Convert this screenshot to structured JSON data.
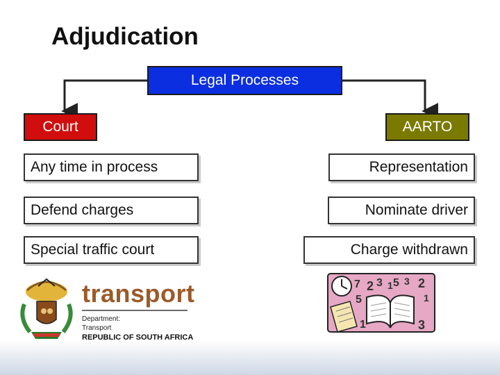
{
  "title": "Adjudication",
  "root": {
    "label": "Legal Processes"
  },
  "left_branch": {
    "label": "Court",
    "items": [
      "Any time in process",
      "Defend charges",
      "Special traffic court"
    ]
  },
  "right_branch": {
    "label": "AARTO",
    "items": [
      "Representation",
      "Nominate driver",
      "Charge withdrawn"
    ]
  },
  "logo": {
    "name": "transport",
    "line1": "Department:",
    "line2": "Transport",
    "line3": "REPUBLIC OF SOUTH AFRICA",
    "icon": "coat-of-arms-icon"
  },
  "clip_art": {
    "icon": "book-clock-numbers-icon"
  },
  "colors": {
    "root": "#0a2ee0",
    "court": "#d10d0d",
    "aarto": "#7a7a00"
  }
}
